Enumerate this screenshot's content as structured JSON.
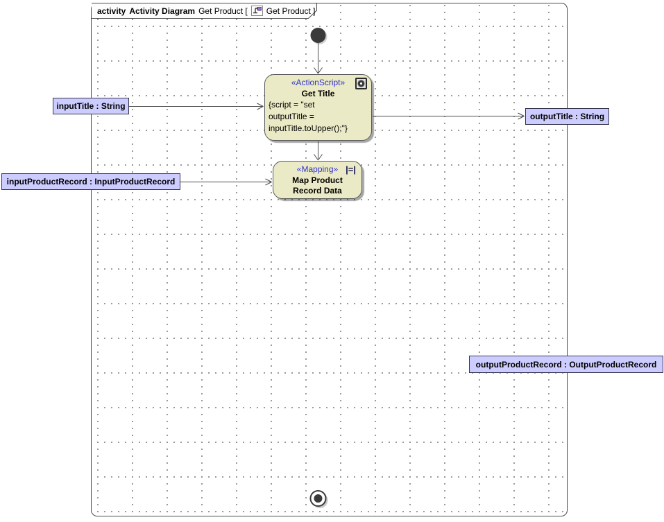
{
  "frame_header": {
    "kind": "activity",
    "diagram_type": "Activity Diagram",
    "context": "Get Product [",
    "ref": "Get Product ]"
  },
  "nodes": {
    "get_title": {
      "stereotype": "«ActionScript»",
      "name": "Get Title",
      "script_lines": [
        "{script = \"set",
        "outputTitle =",
        "inputTitle.toUpper();\"}"
      ]
    },
    "map_product": {
      "stereotype": "«Mapping»",
      "icon_glyph": "|=|",
      "name_lines": [
        "Map Product",
        "Record Data"
      ]
    }
  },
  "parameters": {
    "input_title": "inputTitle : String",
    "input_product_record": "inputProductRecord : InputProductRecord",
    "output_title": "outputTitle : String",
    "output_product_record": "outputProductRecord : OutputProductRecord"
  },
  "colors": {
    "action_fill": "#eaeac6",
    "action_border": "#5a5a5a",
    "parameter_fill": "#ccccff",
    "parameter_border": "#33334d",
    "stereotype_text": "#3333cc",
    "frame_border": "#4a4a4a",
    "grid_dot": "#8a8a8a",
    "control_node": "#3a3a3a"
  }
}
